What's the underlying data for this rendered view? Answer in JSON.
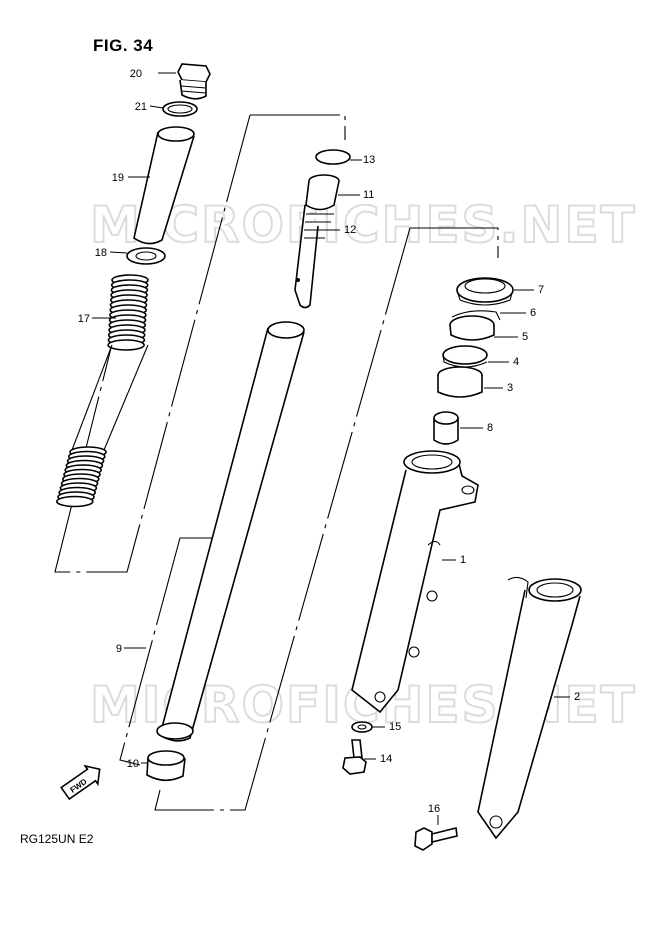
{
  "figure": {
    "title": "FIG. 34",
    "model": "RG125UN E2",
    "fwd_label": "FWD"
  },
  "watermark": "MICROFICHES.NET",
  "callouts": [
    "20",
    "21",
    "19",
    "18",
    "17",
    "9",
    "10",
    "13",
    "11",
    "12",
    "7",
    "6",
    "5",
    "4",
    "3",
    "8",
    "1",
    "2",
    "15",
    "14",
    "16"
  ]
}
